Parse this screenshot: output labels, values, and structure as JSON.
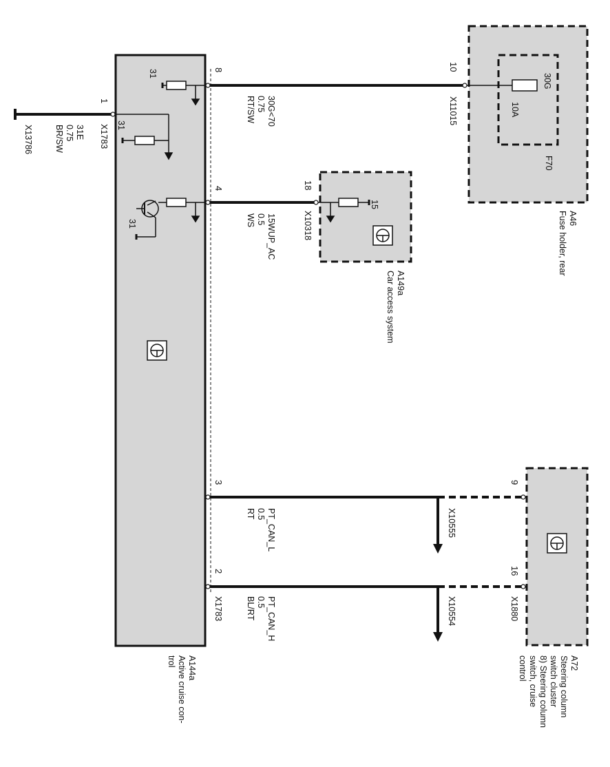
{
  "components": {
    "acc": {
      "id": "A144a",
      "name_lines": [
        "Active cruise con-",
        "trol"
      ],
      "pins": [
        "8",
        "4",
        "3",
        "2",
        "1"
      ],
      "ground_labels": [
        "31",
        "31",
        "31"
      ],
      "connector_main": "X1783",
      "connector_ground": "X1783"
    },
    "fuse_holder": {
      "id": "A46",
      "name_lines": [
        "Fuse holder, rear"
      ],
      "fuse_id": "F70",
      "fuse_rating": "10A",
      "fuse_terminal": "30G",
      "pin": "10",
      "connector": "X11015"
    },
    "cas": {
      "id": "A149a",
      "name_lines": [
        "Car access system"
      ],
      "pin": "18",
      "terminal": "15",
      "connector": "X10318"
    },
    "steering": {
      "id": "A72",
      "name_lines": [
        "Steering column",
        "switch cluster",
        "8) Steering column",
        "switch, cruise",
        "control"
      ],
      "pins": [
        "9",
        "16"
      ],
      "connector": "X1880"
    }
  },
  "ground": {
    "connector": "X13786",
    "lines": [
      "31E",
      "0.75",
      "BR/SW"
    ]
  },
  "wires": [
    {
      "lines": [
        "30G<70",
        "0.75",
        "RT/SW"
      ]
    },
    {
      "lines": [
        "15WUP_AC",
        "0.5",
        "WS"
      ]
    },
    {
      "lines": [
        "PT_CAN_L",
        "0.5",
        "RT"
      ]
    },
    {
      "lines": [
        "PT_CAN_H",
        "0.5",
        "BL/RT"
      ]
    }
  ],
  "splices": [
    "X10555",
    "X10554"
  ]
}
